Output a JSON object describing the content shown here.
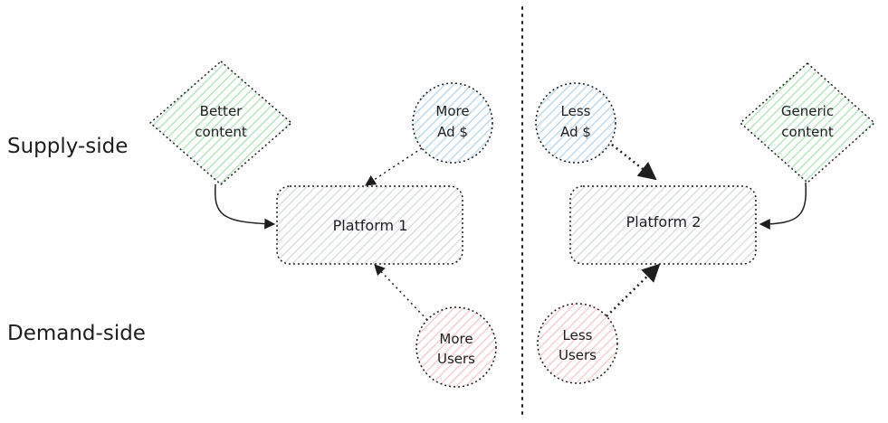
{
  "labels": {
    "supply_side": "Supply-side",
    "demand_side": "Demand-side"
  },
  "platform1": {
    "title": "Platform 1",
    "content": [
      "Better",
      "content"
    ],
    "ad": [
      "More",
      "Ad $"
    ],
    "users": [
      "More",
      "Users"
    ]
  },
  "platform2": {
    "title": "Platform 2",
    "content": [
      "Generic",
      "content"
    ],
    "ad": [
      "Less",
      "Ad $"
    ],
    "users": [
      "Less",
      "Users"
    ]
  },
  "colors": {
    "content_fill": "#d3f0d8",
    "ad_fill": "#d6eaf6",
    "users_fill": "#fbe3e3",
    "platform_fill": "#e6e8ee",
    "stroke": "#1e1e1e"
  }
}
